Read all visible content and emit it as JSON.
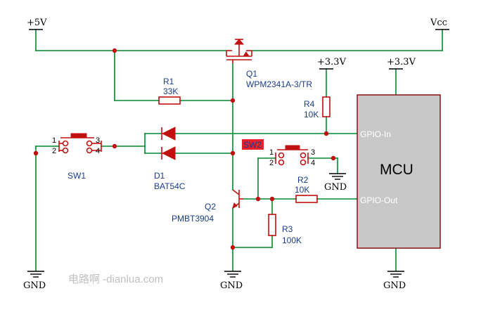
{
  "rails": {
    "plus5v": "+5V",
    "vcc": "Vcc",
    "v33_r4": "+3.3V",
    "v33_mcu": "+3.3V",
    "gnd_sw1": "GND",
    "gnd_q2": "GND",
    "gnd_sw2": "GND",
    "gnd_mcu": "GND"
  },
  "components": {
    "q1": {
      "ref": "Q1",
      "value": "WPM2341A-3/TR"
    },
    "r1": {
      "ref": "R1",
      "value": "33K"
    },
    "r4": {
      "ref": "R4",
      "value": "10K"
    },
    "r2": {
      "ref": "R2",
      "value": "10K"
    },
    "r3": {
      "ref": "R3",
      "value": "100K"
    },
    "d1": {
      "ref": "D1",
      "value": "BAT54C"
    },
    "q2": {
      "ref": "Q2",
      "value": "PMBT3904"
    },
    "sw1": {
      "ref": "SW1",
      "pins": [
        "1",
        "2",
        "3",
        "4"
      ]
    },
    "sw2": {
      "ref": "SW2",
      "pins": [
        "1",
        "2",
        "3",
        "4"
      ]
    }
  },
  "mcu": {
    "name": "MCU",
    "pin_in": "GPIO-In",
    "pin_out": "GPIO-Out"
  },
  "colors": {
    "wire": "#008a2e",
    "component": "#c01010",
    "mcu_fill": "#c8c8c8",
    "highlight": "#e8212b"
  },
  "watermark": "电路啊 -dianlua.com"
}
